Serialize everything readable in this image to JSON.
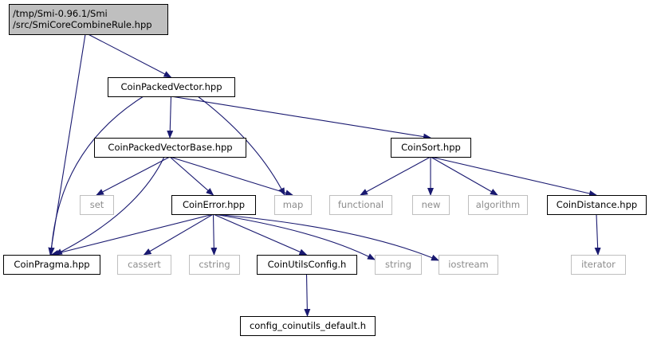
{
  "diagram": {
    "colors": {
      "edge": "#191970",
      "root_fill": "#bfbfbf",
      "normal_border": "#000000",
      "external_border": "#bfbfbf",
      "external_text": "#8c8c8c"
    },
    "nodes": [
      {
        "id": "root",
        "kind": "root",
        "lines": [
          "/tmp/Smi-0.96.1/Smi",
          "/src/SmiCoreCombineRule.hpp"
        ]
      },
      {
        "id": "cpv",
        "kind": "normal",
        "lines": [
          "CoinPackedVector.hpp"
        ]
      },
      {
        "id": "cpvb",
        "kind": "normal",
        "lines": [
          "CoinPackedVectorBase.hpp"
        ]
      },
      {
        "id": "csort",
        "kind": "normal",
        "lines": [
          "CoinSort.hpp"
        ]
      },
      {
        "id": "set",
        "kind": "external",
        "lines": [
          "set"
        ]
      },
      {
        "id": "cerr",
        "kind": "normal",
        "lines": [
          "CoinError.hpp"
        ]
      },
      {
        "id": "map",
        "kind": "external",
        "lines": [
          "map"
        ]
      },
      {
        "id": "functional",
        "kind": "external",
        "lines": [
          "functional"
        ]
      },
      {
        "id": "new",
        "kind": "external",
        "lines": [
          "new"
        ]
      },
      {
        "id": "algorithm",
        "kind": "external",
        "lines": [
          "algorithm"
        ]
      },
      {
        "id": "cdist",
        "kind": "normal",
        "lines": [
          "CoinDistance.hpp"
        ]
      },
      {
        "id": "cpragma",
        "kind": "normal",
        "lines": [
          "CoinPragma.hpp"
        ]
      },
      {
        "id": "cassert",
        "kind": "external",
        "lines": [
          "cassert"
        ]
      },
      {
        "id": "cstring",
        "kind": "external",
        "lines": [
          "cstring"
        ]
      },
      {
        "id": "cucfg",
        "kind": "normal",
        "lines": [
          "CoinUtilsConfig.h"
        ]
      },
      {
        "id": "string",
        "kind": "external",
        "lines": [
          "string"
        ]
      },
      {
        "id": "iostream",
        "kind": "external",
        "lines": [
          "iostream"
        ]
      },
      {
        "id": "iterator",
        "kind": "external",
        "lines": [
          "iterator"
        ]
      },
      {
        "id": "cfgdef",
        "kind": "normal",
        "lines": [
          "config_coinutils_default.h"
        ]
      }
    ],
    "edges": [
      [
        "root",
        "cpv"
      ],
      [
        "root",
        "cpragma"
      ],
      [
        "cpv",
        "cpvb"
      ],
      [
        "cpv",
        "csort"
      ],
      [
        "cpv",
        "map"
      ],
      [
        "cpv",
        "cpragma"
      ],
      [
        "cpvb",
        "set"
      ],
      [
        "cpvb",
        "cerr"
      ],
      [
        "cpvb",
        "map"
      ],
      [
        "cpvb",
        "cpragma"
      ],
      [
        "csort",
        "functional"
      ],
      [
        "csort",
        "new"
      ],
      [
        "csort",
        "algorithm"
      ],
      [
        "csort",
        "cdist"
      ],
      [
        "cerr",
        "cpragma"
      ],
      [
        "cerr",
        "cassert"
      ],
      [
        "cerr",
        "cstring"
      ],
      [
        "cerr",
        "cucfg"
      ],
      [
        "cerr",
        "string"
      ],
      [
        "cerr",
        "iostream"
      ],
      [
        "cdist",
        "iterator"
      ],
      [
        "cucfg",
        "cfgdef"
      ]
    ]
  }
}
